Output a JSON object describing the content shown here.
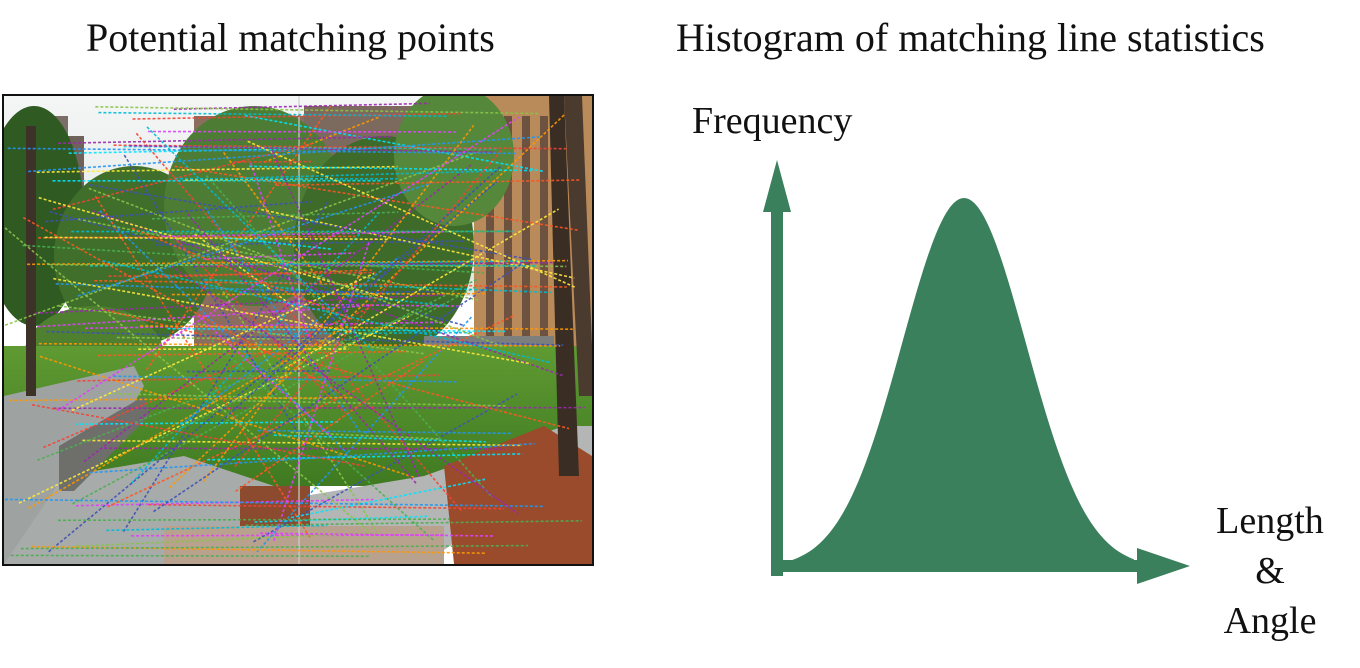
{
  "left_panel": {
    "title": "Potential matching points"
  },
  "right_panel": {
    "title": "Histogram of matching line statistics",
    "ylabel": "Frequency",
    "xlabel_lines": [
      "Length",
      "&",
      "Angle"
    ],
    "curve_color": "#3a805c"
  },
  "chart_data": {
    "type": "area",
    "title": "Histogram of matching line statistics",
    "xlabel": "Length & Angle",
    "ylabel": "Frequency",
    "shape": "bell-curve",
    "color": "#3a805c"
  },
  "colors": {
    "match_lines": [
      "#e040fb",
      "#00bcd4",
      "#ffeb3b",
      "#3f51b5",
      "#ff5722",
      "#8bc34a",
      "#9c27b0",
      "#2196f3",
      "#ff9800",
      "#4caf50",
      "#f44336",
      "#00e5ff"
    ]
  }
}
